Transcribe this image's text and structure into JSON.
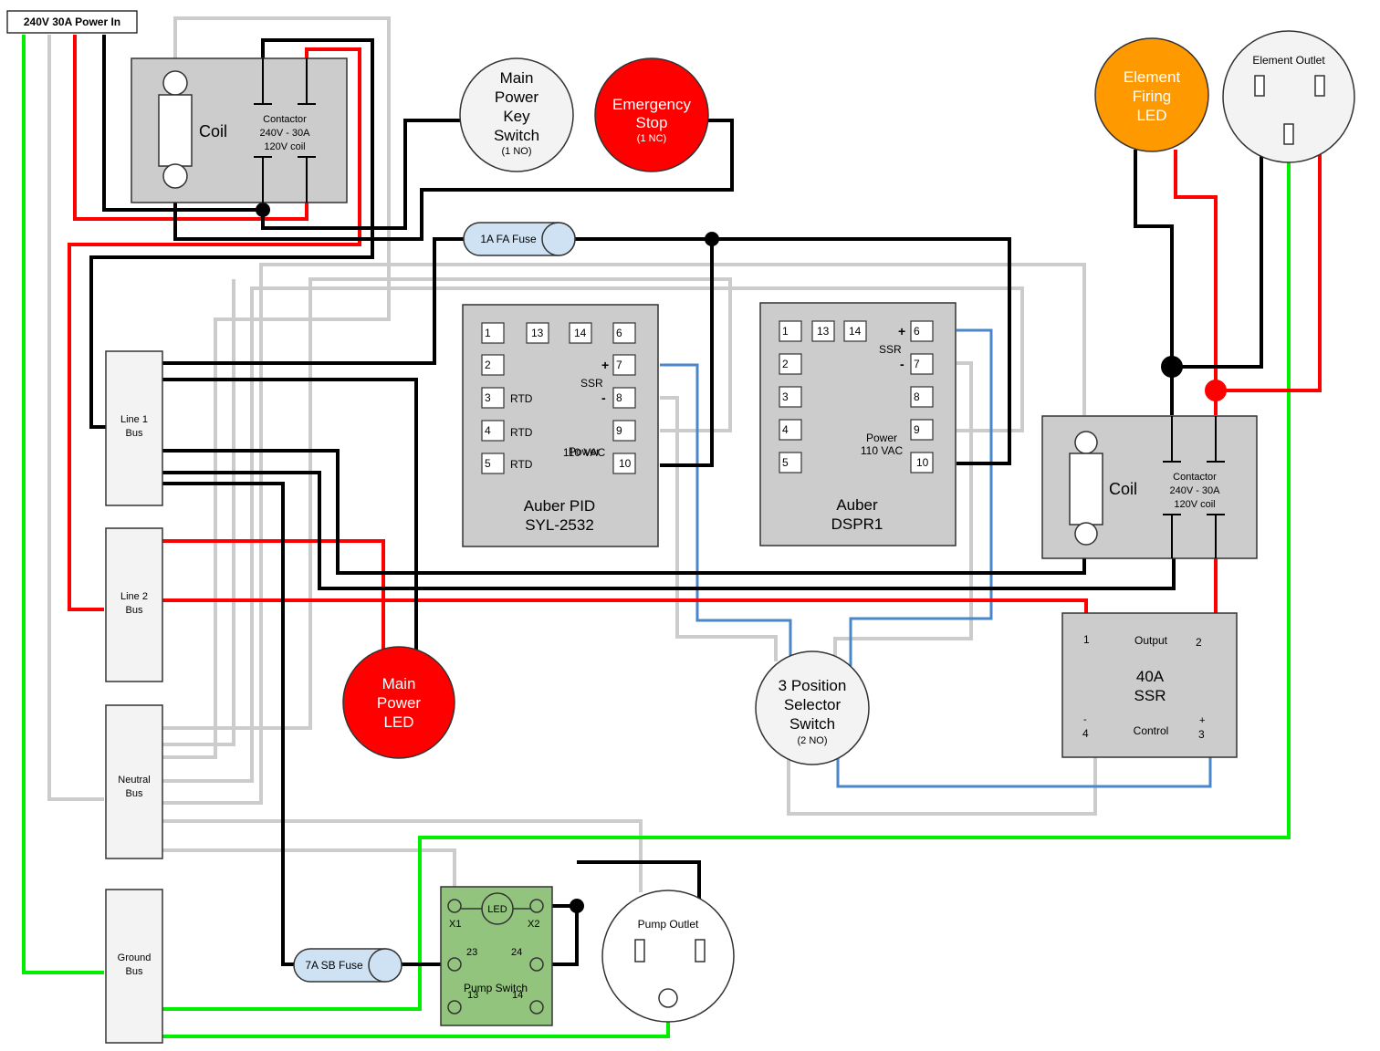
{
  "power_in": "240V 30A Power In",
  "contactor1": {
    "coil": "Coil",
    "line1": "Contactor",
    "line2": "240V - 30A",
    "line3": "120V coil"
  },
  "contactor2": {
    "coil": "Coil",
    "line1": "Contactor",
    "line2": "240V - 30A",
    "line3": "120V coil"
  },
  "key_switch": {
    "l1": "Main",
    "l2": "Power",
    "l3": "Key",
    "l4": "Switch",
    "sub": "(1 NO)"
  },
  "estop": {
    "l1": "Emergency",
    "l2": "Stop",
    "sub": "(1 NC)"
  },
  "element_led": {
    "l1": "Element",
    "l2": "Firing",
    "l3": "LED"
  },
  "element_outlet": "Element Outlet",
  "fuse1": "1A FA Fuse",
  "fuse2": "7A SB Fuse",
  "pid": {
    "name1": "Auber PID",
    "name2": "SYL-2532",
    "t1": "1",
    "t13": "13",
    "t14": "14",
    "t6": "6",
    "t2": "2",
    "t7": "7",
    "t3": "3",
    "t8": "8",
    "t4": "4",
    "t9": "9",
    "t5": "5",
    "t10": "10",
    "rtd": "RTD",
    "ssr": "SSR",
    "plus": "+",
    "minus": "-",
    "power1": "Power",
    "power2": "110 VAC"
  },
  "dspr": {
    "name1": "Auber",
    "name2": "DSPR1",
    "t1": "1",
    "t13": "13",
    "t14": "14",
    "t6": "6",
    "t2": "2",
    "t7": "7",
    "t3": "3",
    "t8": "8",
    "t4": "4",
    "t9": "9",
    "t5": "5",
    "t10": "10",
    "ssr": "SSR",
    "plus": "+",
    "minus": "-",
    "power1": "Power",
    "power2": "110 VAC"
  },
  "buses": {
    "line1a": "Line 1",
    "line1b": "Bus",
    "line2a": "Line 2",
    "line2b": "Bus",
    "neutral_a": "Neutral",
    "neutral_b": "Bus",
    "ground_a": "Ground",
    "ground_b": "Bus"
  },
  "main_led": {
    "l1": "Main",
    "l2": "Power",
    "l3": "LED"
  },
  "selector": {
    "l1": "3 Position",
    "l2": "Selector",
    "l3": "Switch",
    "sub": "(2 NO)"
  },
  "ssr40": {
    "t1": "1",
    "output": "Output",
    "t2": "2",
    "name1": "40A",
    "name2": "SSR",
    "minus": "-",
    "t4": "4",
    "control": "Control",
    "plus": "+",
    "t3": "3"
  },
  "pump_switch": {
    "x1": "X1",
    "led": "LED",
    "x2": "X2",
    "t23": "23",
    "t24": "24",
    "name": "Pump Switch",
    "t13": "13",
    "t14": "14"
  },
  "pump_outlet": "Pump Outlet",
  "colors": {
    "line1": "#000000",
    "line2": "#ff0000",
    "neutral": "#cccccc",
    "ground": "#00ee00",
    "signal": "#4a86c8",
    "box": "#cccccc",
    "red_lamp": "#ff0000",
    "orange_lamp": "#ff9900",
    "pump_switch": "#93c47d",
    "fuse": "#cfe2f3"
  }
}
